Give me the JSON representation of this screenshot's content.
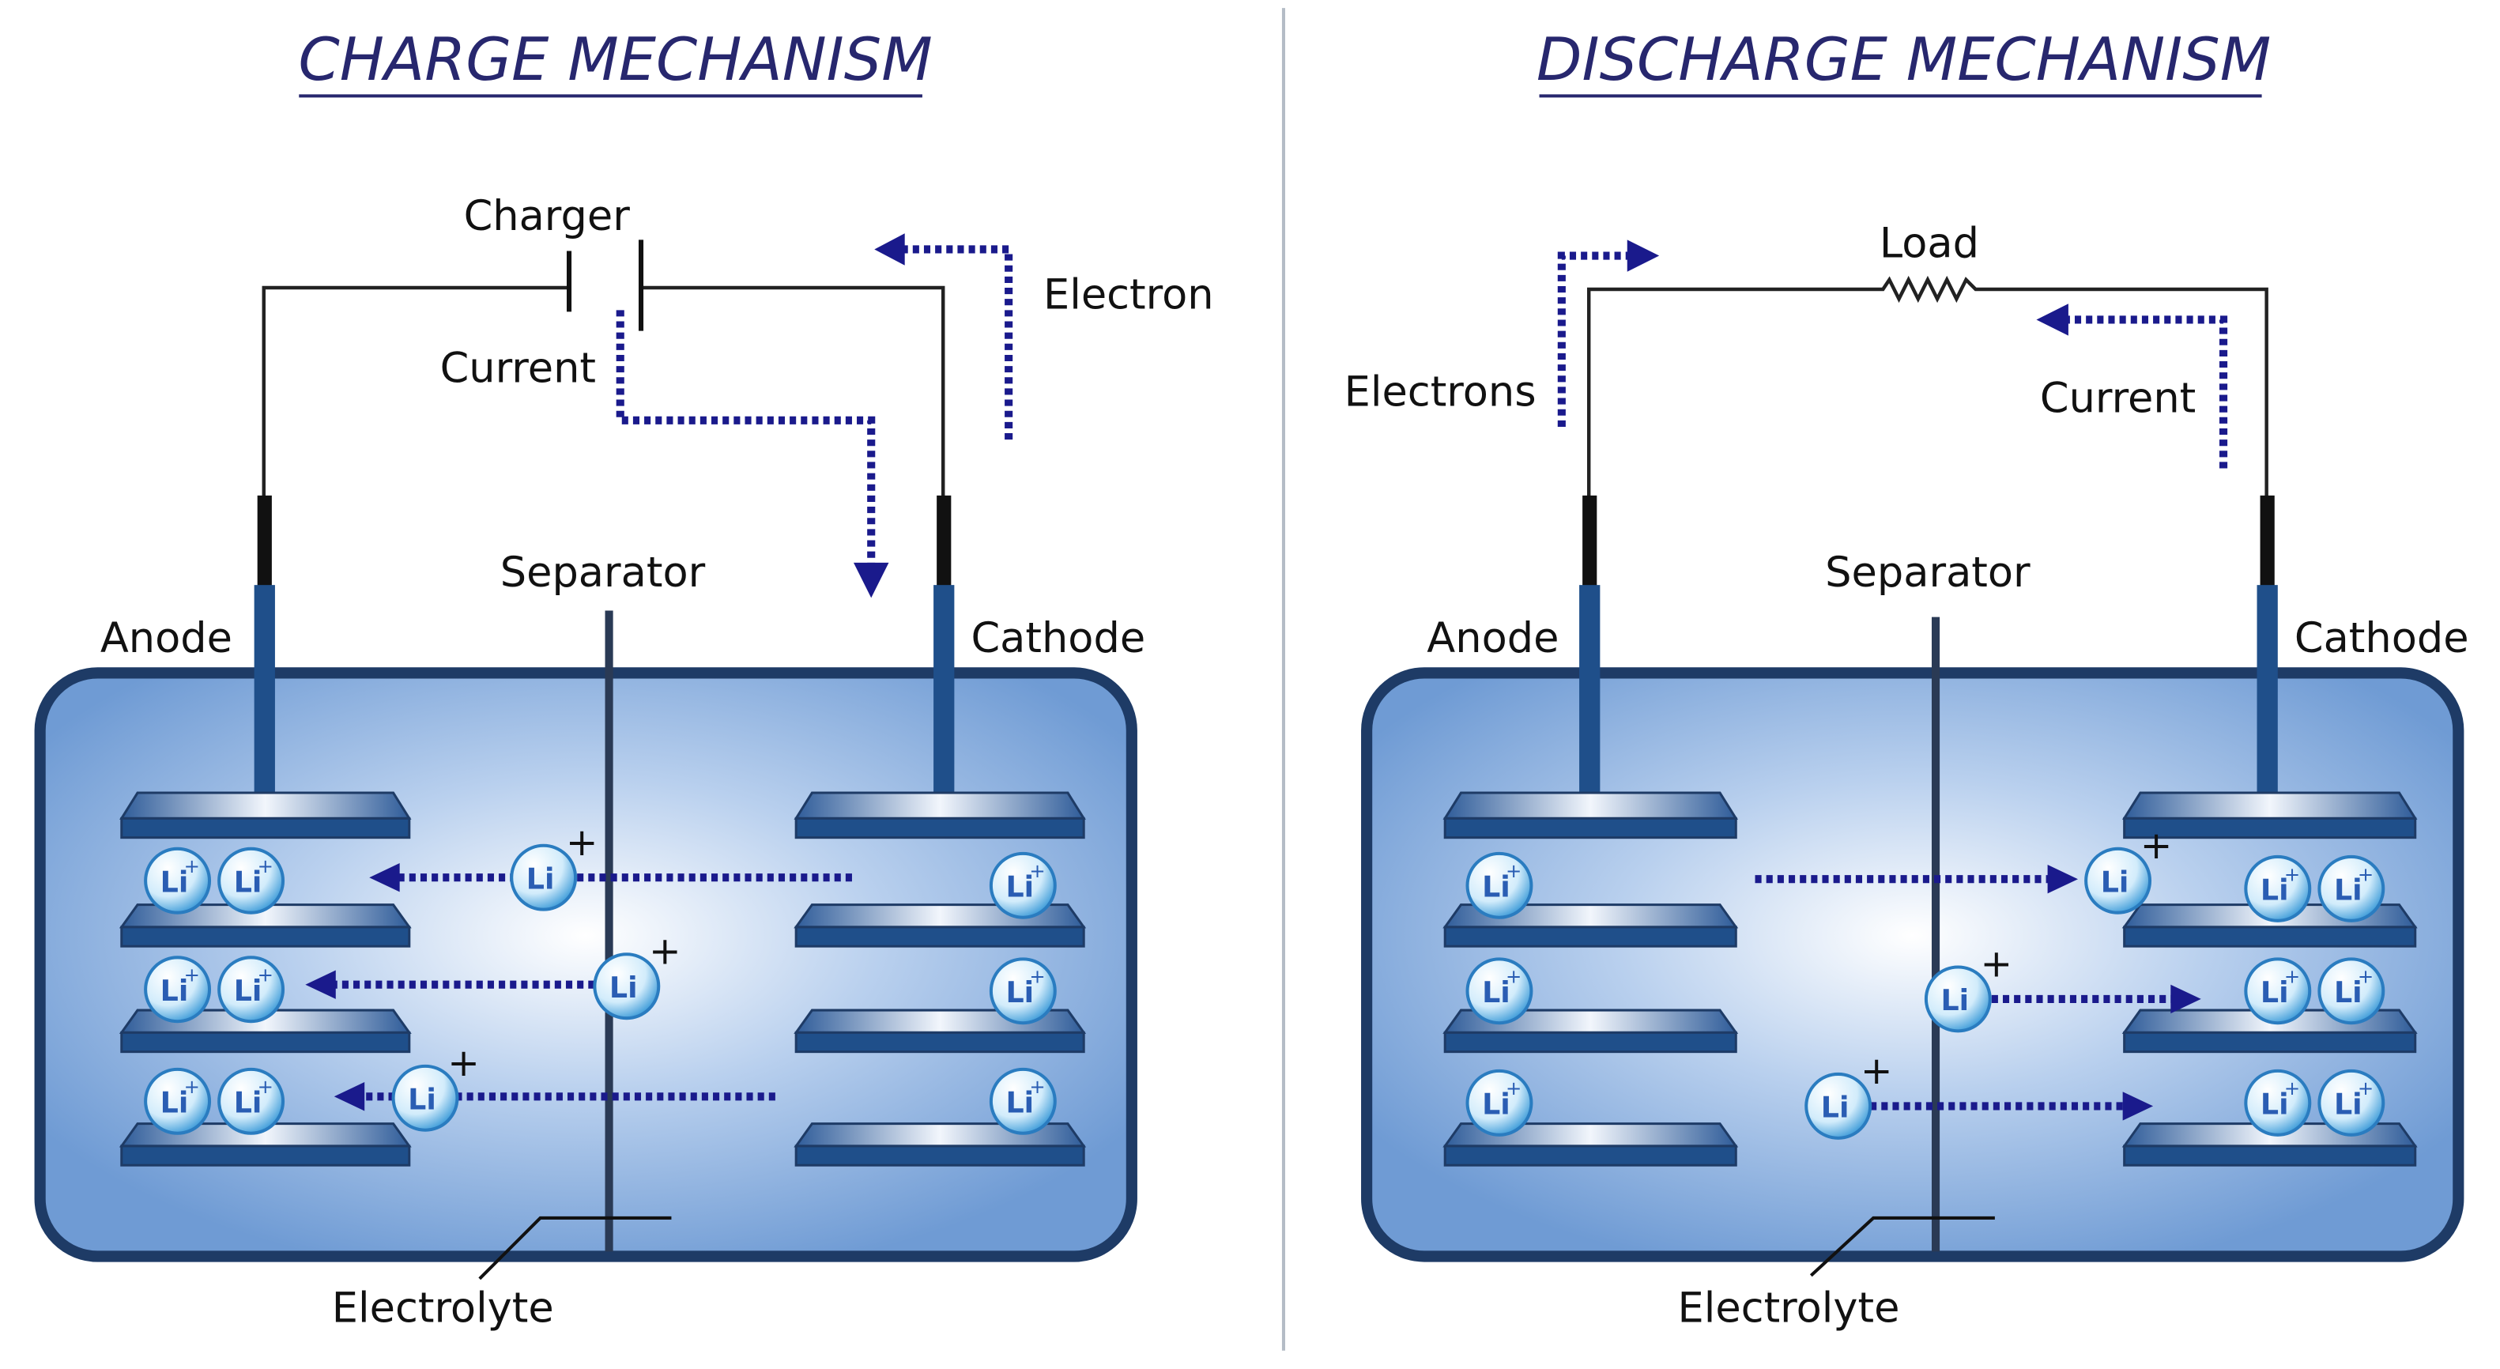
{
  "charge": {
    "title": "CHARGE MECHANISM",
    "charger_label": "Charger",
    "current_label": "Current",
    "electron_label": "Electron",
    "separator_label": "Separator",
    "anode_label": "Anode",
    "cathode_label": "Cathode",
    "electrolyte_label": "Electrolyte"
  },
  "discharge": {
    "title": "DISCHARGE MECHANISM",
    "load_label": "Load",
    "electrons_label": "Electrons",
    "current_label": "Current",
    "separator_label": "Separator",
    "anode_label": "Anode",
    "cathode_label": "Cathode",
    "electrolyte_label": "Electrolyte"
  },
  "ion": {
    "symbol": "Li",
    "charge_sign": "+"
  },
  "colors": {
    "title": "#27276e",
    "arrow": "#1a1a8c",
    "electrode": "#1f4f8a",
    "cell_edge": "#1e3b66",
    "ion_text": "#2a5db3"
  }
}
